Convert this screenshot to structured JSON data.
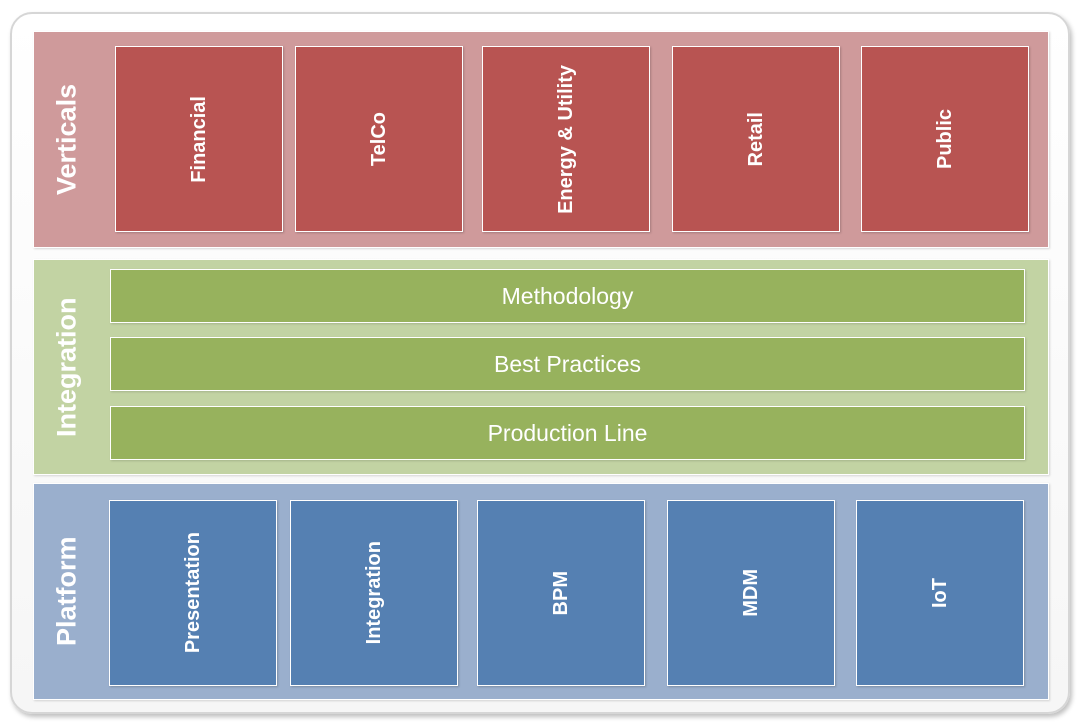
{
  "layers": {
    "verticals": {
      "label": "Verticals",
      "color": "#cf9a9b",
      "tile_color": "#b85452",
      "items": [
        "Financial",
        "TelCo",
        "Energy & Utility",
        "Retail",
        "Public"
      ]
    },
    "integration": {
      "label": "Integration",
      "color": "#c2d3a3",
      "bar_color": "#97b25d",
      "items": [
        "Methodology",
        "Best Practices",
        "Production Line"
      ]
    },
    "platform": {
      "label": "Platform",
      "color": "#9aafcd",
      "tile_color": "#5580b2",
      "items": [
        "Presentation",
        "Integration",
        "BPM",
        "MDM",
        "IoT"
      ]
    }
  }
}
